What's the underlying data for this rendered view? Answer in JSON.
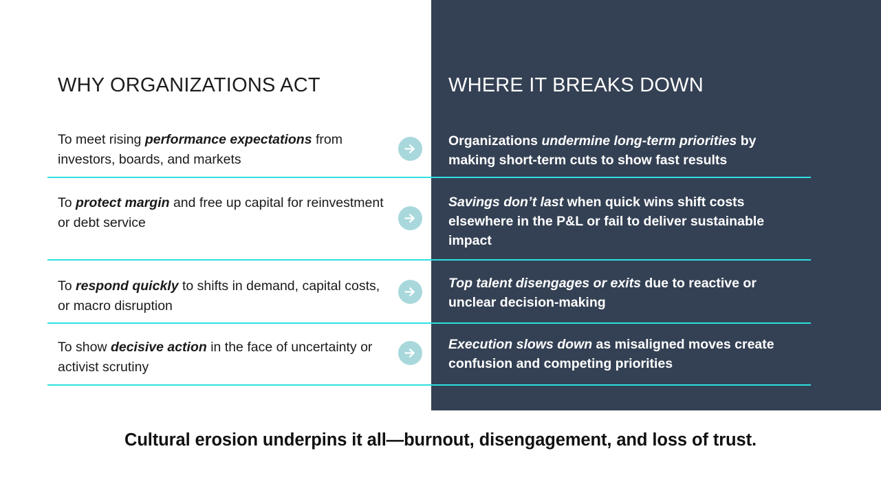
{
  "slide": {
    "background_color": "#ffffff",
    "panel_color": "#344154",
    "accent_rule_color": "#2ee0e0",
    "badge_color": "#a8d8dc"
  },
  "columns": {
    "left_heading": "WHY ORGANIZATIONS ACT",
    "right_heading": "WHERE IT BREAKS DOWN"
  },
  "rows": [
    {
      "left": {
        "prefix": "To meet rising ",
        "emphasis": "performance expectations",
        "suffix": " from investors, boards, and markets"
      },
      "right": {
        "prefix": "Organizations ",
        "emphasis": "undermine long-term priorities",
        "suffix": " by making short-term cuts to show fast results"
      },
      "connector_icon": "arrow-right-icon"
    },
    {
      "left": {
        "prefix": "To ",
        "emphasis": "protect margin",
        "suffix": " and free up capital for reinvestment or debt service"
      },
      "right": {
        "prefix": "",
        "emphasis": "Savings don’t last",
        "suffix": " when quick wins shift costs elsewhere in the P&L or fail to deliver sustainable impact"
      },
      "connector_icon": "arrow-right-icon"
    },
    {
      "left": {
        "prefix": "To ",
        "emphasis": "respond quickly",
        "suffix": " to shifts in demand, capital costs, or macro disruption"
      },
      "right": {
        "prefix": "",
        "emphasis": "Top talent disengages or exits",
        "suffix": " due to reactive or unclear decision-making"
      },
      "connector_icon": "arrow-right-icon"
    },
    {
      "left": {
        "prefix": "To show ",
        "emphasis": "decisive action",
        "suffix": " in the face of uncertainty or activist scrutiny"
      },
      "right": {
        "prefix": "",
        "emphasis": "Execution slows down",
        "suffix": " as misaligned moves create confusion and competing priorities"
      },
      "connector_icon": "arrow-right-icon"
    }
  ],
  "caption": "Cultural erosion underpins it all—burnout, disengagement, and loss of trust."
}
